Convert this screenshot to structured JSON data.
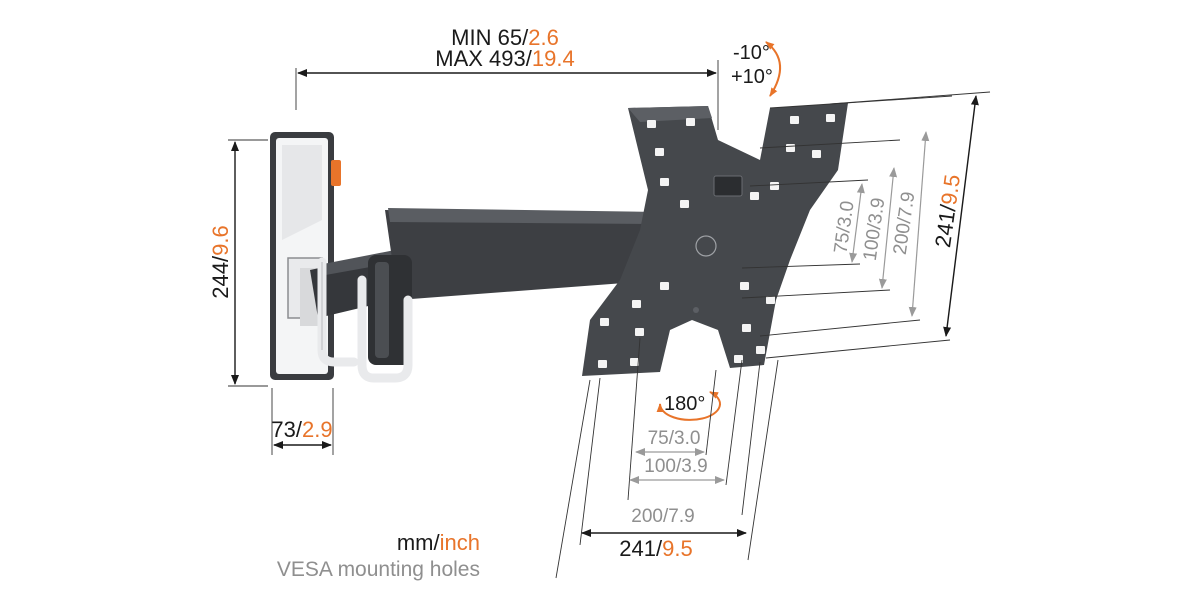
{
  "colors": {
    "accent": "#e8742a",
    "dark": "#1a1a1a",
    "grey": "#8f8f8f",
    "mount": "#45484c"
  },
  "depth": {
    "min_label": "MIN 65",
    "min_inch": "2.6",
    "max_label": "MAX 493",
    "max_inch": "19.4"
  },
  "tilt": {
    "minus": "-10°",
    "plus": "+10°"
  },
  "rotation": "180°",
  "plate": {
    "height_mm": "244",
    "height_in": "9.6",
    "width_mm": "73",
    "width_in": "2.9"
  },
  "vesa_vertical": [
    {
      "mm": "75",
      "in": "3.0"
    },
    {
      "mm": "100",
      "in": "3.9"
    },
    {
      "mm": "200",
      "in": "7.9"
    },
    {
      "mm": "241",
      "in": "9.5"
    }
  ],
  "vesa_horizontal": [
    {
      "mm": "75",
      "in": "3.0"
    },
    {
      "mm": "100",
      "in": "3.9"
    },
    {
      "mm": "200",
      "in": "7.9"
    },
    {
      "mm": "241",
      "in": "9.5"
    }
  ],
  "legend": {
    "mm": "mm",
    "inch": "inch",
    "vesa": "VESA mounting holes"
  },
  "sep": "/"
}
